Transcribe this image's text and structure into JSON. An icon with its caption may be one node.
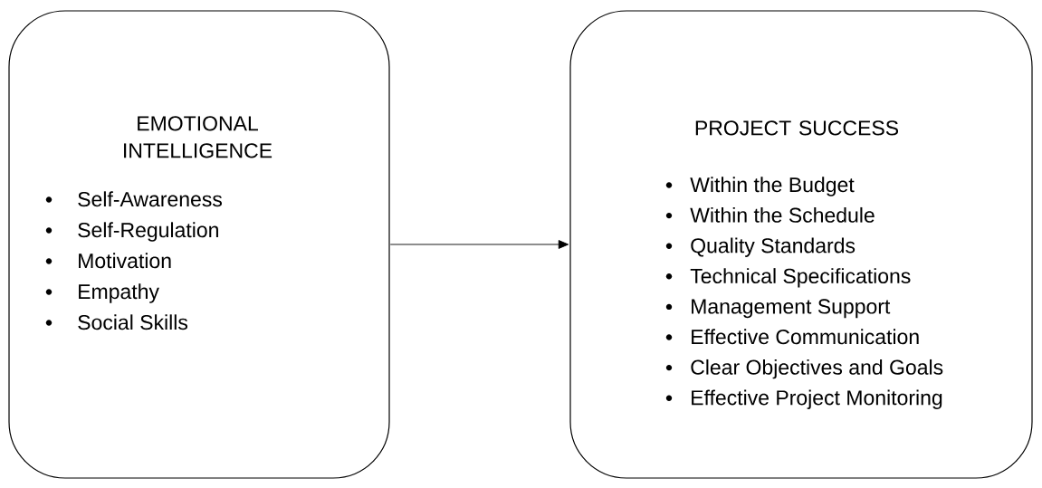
{
  "diagram": {
    "nodes": [
      {
        "text": [
          "EMOTIONAL INTELLIGENCE",
          "Self-Awareness",
          "Self-Regulation",
          "Motivation",
          "Empathy",
          "Social Skills"
        ]
      },
      {
        "text": [
          "PROJECT SUCCESS",
          "Within the Budget",
          "Within the Schedule",
          "Quality Standards",
          "Technical Specifications",
          "Management Support",
          "Effective Communication",
          "Clear Objectives and Goals",
          "Effective Project Monitoring"
        ]
      }
    ],
    "edges": [
      {
        "from": 0,
        "to": 1,
        "arrow": "to"
      }
    ]
  }
}
